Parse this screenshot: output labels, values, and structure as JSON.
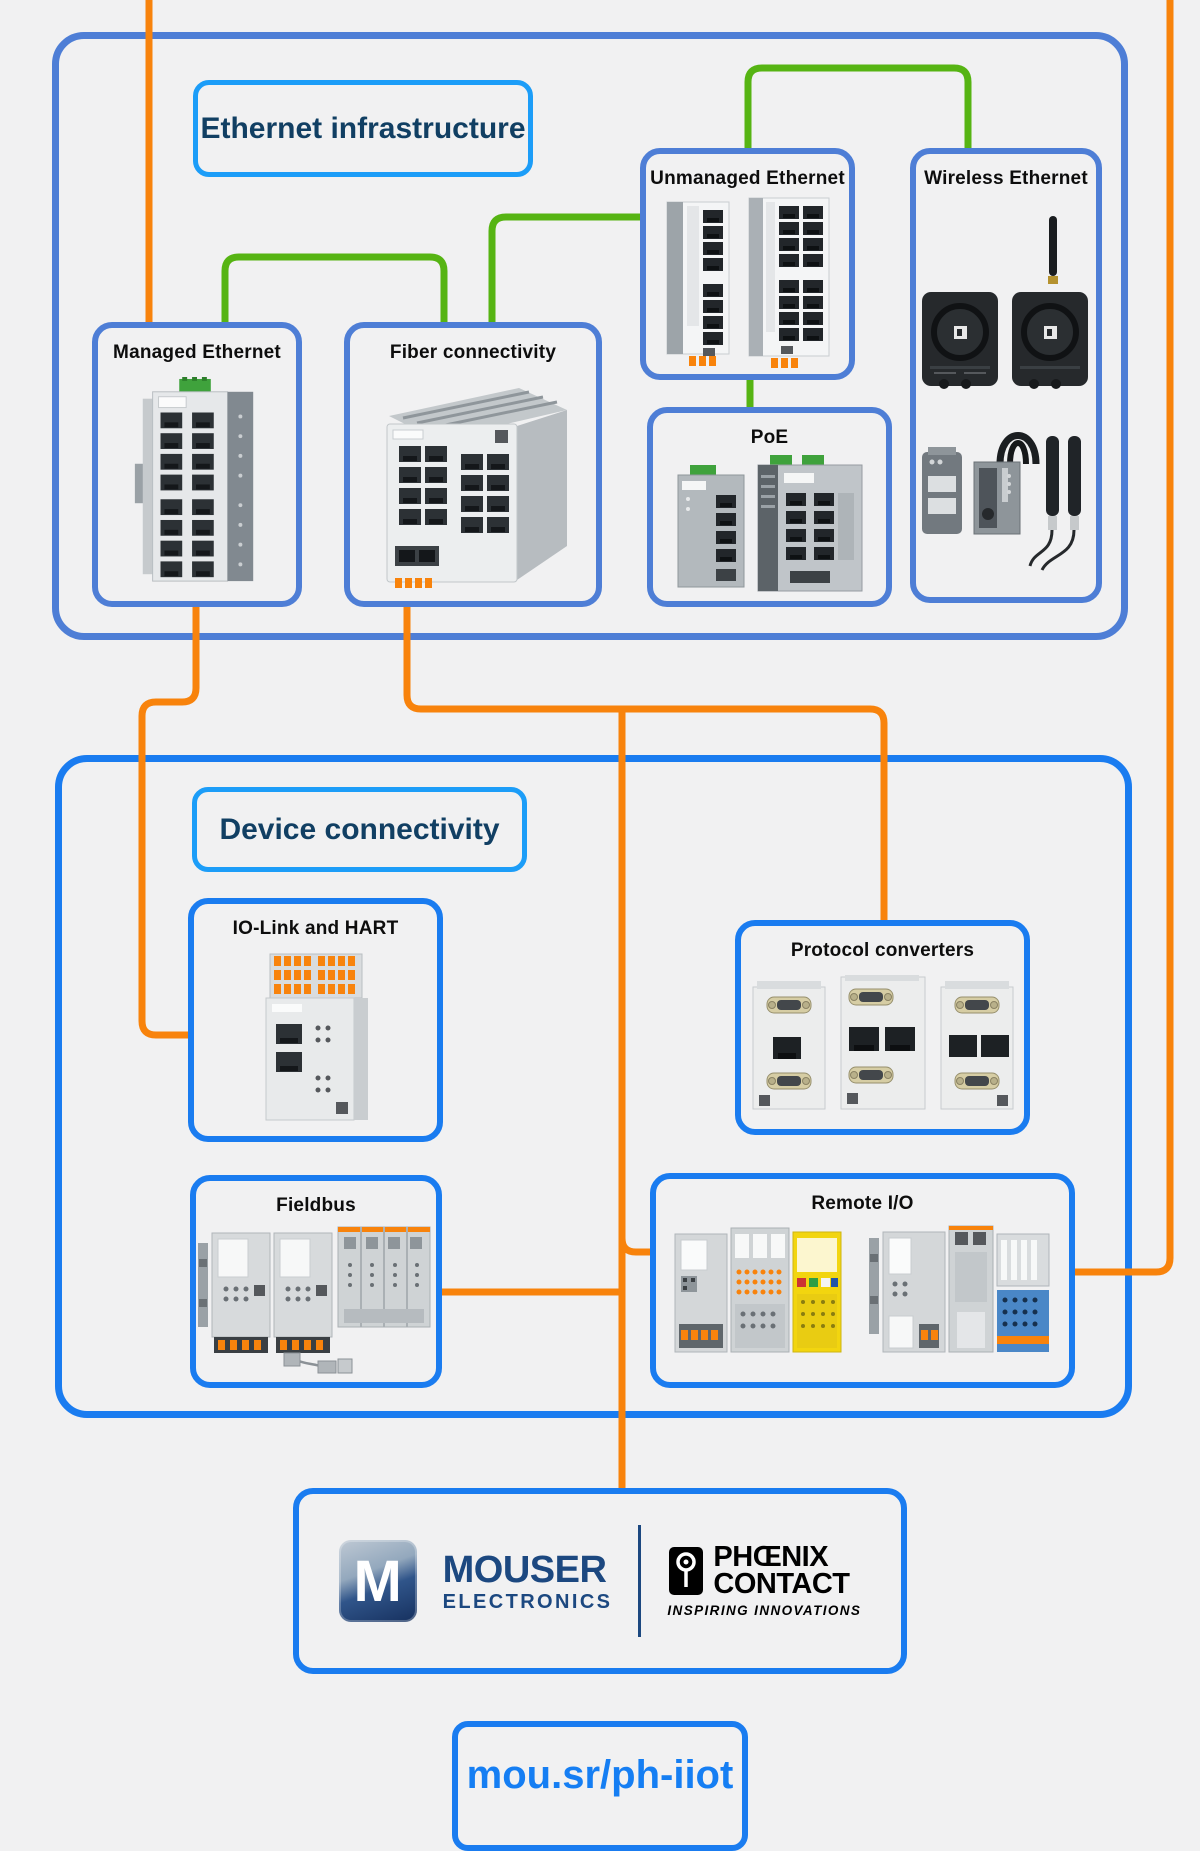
{
  "colors": {
    "background": "#f1f1f2",
    "ethernet_outline_blue": "#4e7ed6",
    "device_outline_blue": "#1a7cf0",
    "title_border_blue": "#1c9df8",
    "navy_title_text": "#113f63",
    "category_label_text": "#0d0d0d",
    "green_connector": "#56b413",
    "orange_connector": "#f8830c",
    "mouser_blue": "#1c4880",
    "link_blue": "#157ef3"
  },
  "ethernet_infrastructure": {
    "title": "Ethernet infrastructure",
    "categories": [
      {
        "label": "Managed Ethernet"
      },
      {
        "label": "Fiber connectivity"
      },
      {
        "label": "Unmanaged Ethernet"
      },
      {
        "label": "PoE"
      },
      {
        "label": "Wireless Ethernet"
      }
    ]
  },
  "device_connectivity": {
    "title": "Device connectivity",
    "categories": [
      {
        "label": "IO-Link and HART"
      },
      {
        "label": "Protocol converters"
      },
      {
        "label": "Fieldbus"
      },
      {
        "label": "Remote I/O"
      }
    ]
  },
  "branding": {
    "mouser": {
      "monogram": "M",
      "name": "MOUSER",
      "subtitle": "ELECTRONICS"
    },
    "phoenix_contact": {
      "name_line1": "PHŒNIX",
      "name_line2": "CONTACT",
      "tagline": "INSPIRING INNOVATIONS"
    },
    "link_label": "mou.sr/ph-iiot"
  }
}
